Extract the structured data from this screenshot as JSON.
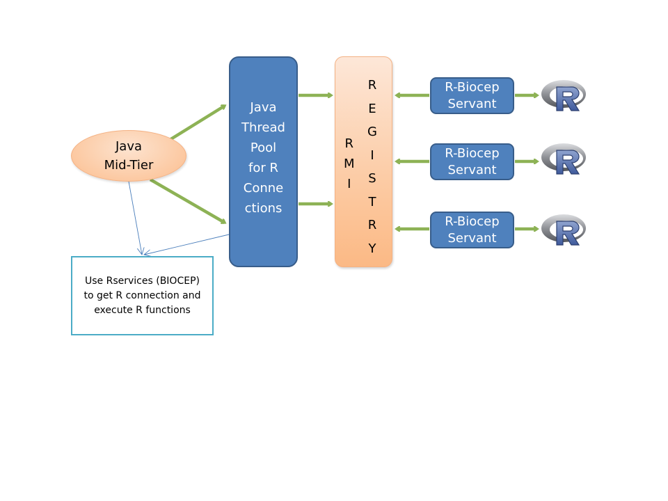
{
  "diagram": {
    "colors": {
      "arrow_green": "#8db255",
      "thin_line_blue": "#4a7ebb",
      "blue_fill": "#4f81bd",
      "blue_border": "#385d8a",
      "orange_fill": "#fbc597",
      "note_border": "#4bacc6"
    },
    "midtier": {
      "lines": [
        "Java",
        "Mid-Tier"
      ]
    },
    "threadpool": {
      "lines": [
        "Java",
        "Thread",
        "Pool",
        "for R",
        "Conne",
        "ctions"
      ]
    },
    "rmi_registry": {
      "rmi_letters": [
        "R",
        "M",
        "I"
      ],
      "registry_letters": [
        "R",
        "E",
        "G",
        "I",
        "S",
        "T",
        "R",
        "Y"
      ]
    },
    "servants": [
      {
        "line1": "R-Biocep",
        "line2": "Servant"
      },
      {
        "line1": "R-Biocep",
        "line2": "Servant"
      },
      {
        "line1": "R-Biocep",
        "line2": "Servant"
      }
    ],
    "note": {
      "lines": [
        "Use Rservices (BIOCEP)",
        "to get R connection and",
        "execute R functions"
      ]
    },
    "r_logo": {
      "icon": "r-logo-icon",
      "letter": "R"
    },
    "edges": [
      {
        "from": "Java Mid-Tier",
        "to": "Java Thread Pool",
        "style": "thick-arrow"
      },
      {
        "from": "Java Mid-Tier",
        "to": "Java Thread Pool",
        "style": "thick-arrow"
      },
      {
        "from": "Java Thread Pool",
        "to": "RMI Registry",
        "style": "thick-arrow"
      },
      {
        "from": "Java Thread Pool",
        "to": "RMI Registry",
        "style": "thick-arrow"
      },
      {
        "from": "R-Biocep Servant",
        "to": "RMI Registry",
        "style": "thick-arrow"
      },
      {
        "from": "R-Biocep Servant",
        "to": "R",
        "style": "thick-arrow"
      },
      {
        "from": "Java Mid-Tier",
        "to": "Note",
        "style": "thin-arrow"
      },
      {
        "from": "Java Thread Pool",
        "to": "Note",
        "style": "thin-arrow"
      }
    ]
  }
}
